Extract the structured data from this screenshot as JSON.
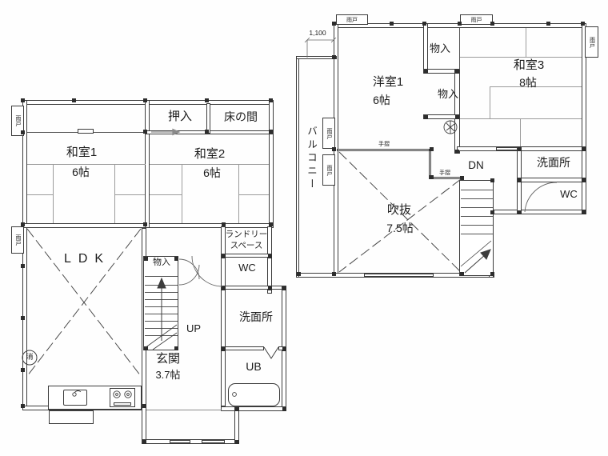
{
  "colors": {
    "wall_line": "#3c3c3c",
    "thin_line": "#9a9a9a",
    "background": "#fefefe",
    "text": "#1c1c1c"
  },
  "floor1": {
    "amado_left_top": "雨戸",
    "amado_left_mid": "雨戸",
    "oshiire": "押入",
    "tokonoma": "床の間",
    "washitsu1_name": "和室1",
    "washitsu1_size": "6帖",
    "washitsu2_name": "和室2",
    "washitsu2_size": "6帖",
    "ldk": "LDK",
    "monoire": "物入",
    "up_label": "UP",
    "genkan_name": "玄関",
    "genkan_size": "3.7帖",
    "laundry_line1": "ランドリー",
    "laundry_line2": "スペース",
    "wc": "WC",
    "senmenjo": "洗面所",
    "ub": "UB",
    "extinguisher": "消"
  },
  "floor2": {
    "dimension": "1,100",
    "amado_top_left": "雨戸",
    "amado_top_right": "雨戸",
    "amado_right_side": "雨戸",
    "amado_balcony_upper": "雨戸",
    "amado_balcony_lower": "雨戸",
    "yoshitsu1_name": "洋室1",
    "yoshitsu1_size": "6帖",
    "monoire_upper": "物入",
    "monoire_lower": "物入",
    "washitsu3_name": "和室3",
    "washitsu3_size": "8帖",
    "balcony": "バルコニー",
    "tesuri_west": "手摺",
    "tesuri_south": "手摺",
    "fukinuke_name": "吹抜",
    "fukinuke_size": "7.5帖",
    "dn_label": "DN",
    "senmenjo": "洗面所",
    "wc": "WC"
  }
}
